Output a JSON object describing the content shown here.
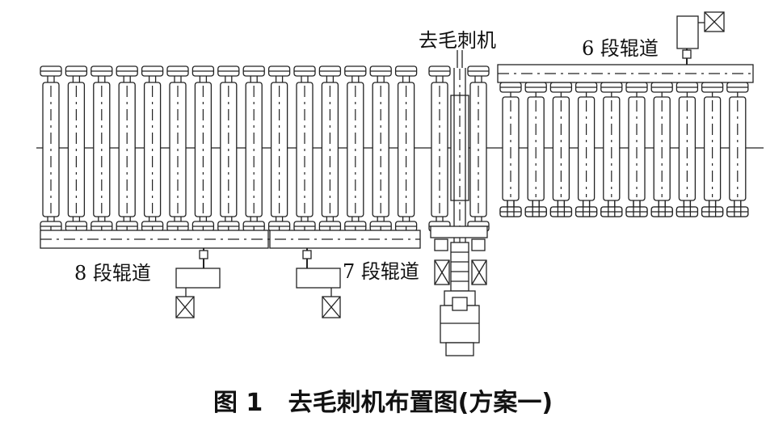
{
  "labels": {
    "deburring_machine": "去毛刺机",
    "roller_table_6": "6 段辊道",
    "roller_table_7": "7 段辊道",
    "roller_table_8": "8 段辊道"
  },
  "caption": "图 1   去毛刺机布置图(方案一)",
  "counts": {
    "section8_rollers": 15,
    "deburr_rollers": 2,
    "section6_rollers": 10
  }
}
